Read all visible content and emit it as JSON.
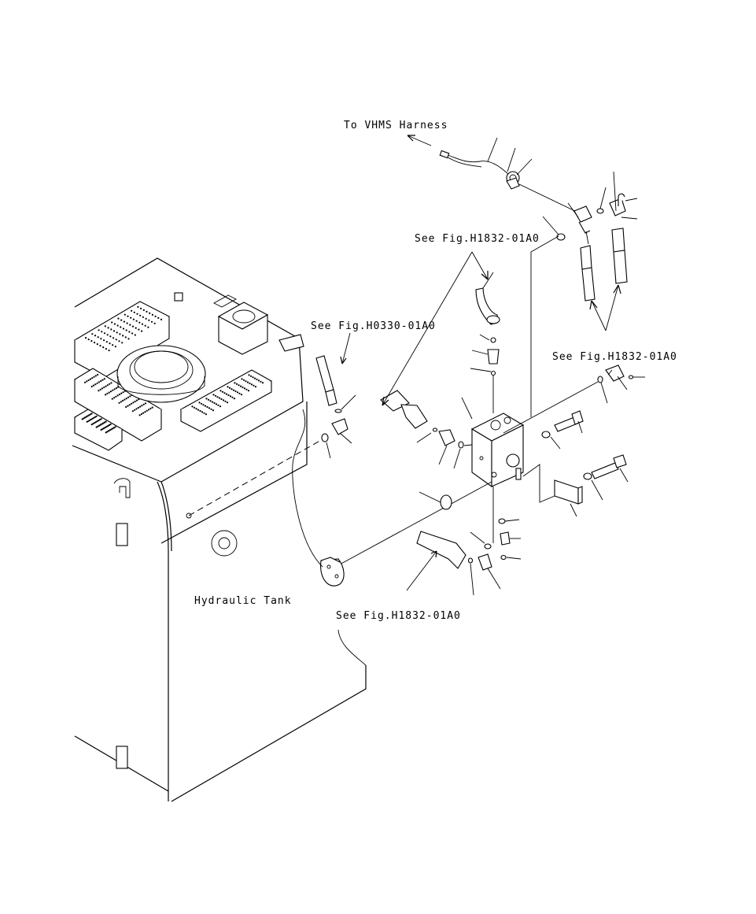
{
  "labels": {
    "vhms_harness": "To VHMS Harness",
    "ref_top": "See Fig.H1832-01A0",
    "ref_tank_filter": "See Fig.H0330-01A0",
    "ref_right": "See Fig.H1832-01A0",
    "ref_bottom": "See Fig.H1832-01A0",
    "tank_name": "Hydraulic Tank"
  }
}
